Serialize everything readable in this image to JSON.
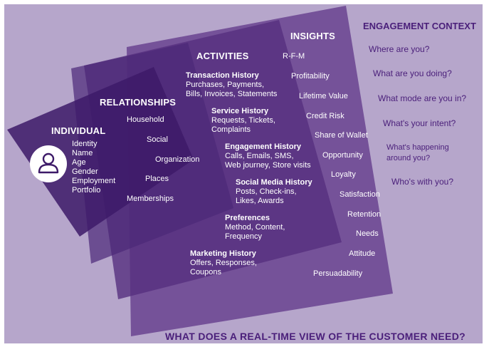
{
  "colors": {
    "background_panel": "#b6a6cb",
    "insights_layer": "#6a4390",
    "activities_layer": "#56307e",
    "relationships_layer": "#4c2877",
    "individual_layer": "#3d1a68",
    "context_text": "#4a1f7a"
  },
  "individual": {
    "title": "INDIVIDUAL",
    "icon": "person-icon",
    "items": [
      "Identity",
      "Name",
      "Age",
      "Gender",
      "Employment",
      "Portfolio"
    ]
  },
  "relationships": {
    "title": "RELATIONSHIPS",
    "items": [
      "Household",
      "Social",
      "Organization",
      "Places",
      "Memberships"
    ]
  },
  "activities": {
    "title": "ACTIVITIES",
    "groups": [
      {
        "title": "Transaction History",
        "lines": [
          "Purchases, Payments,",
          "Bills, Invoices, Statements"
        ]
      },
      {
        "title": "Service History",
        "lines": [
          "Requests, Tickets,",
          "Complaints"
        ]
      },
      {
        "title": "Engagement History",
        "lines": [
          "Calls, Emails, SMS,",
          "Web journey, Store visits"
        ]
      },
      {
        "title": "Social Media History",
        "lines": [
          "Posts, Check-ins,",
          "Likes, Awards"
        ]
      },
      {
        "title": "Preferences",
        "lines": [
          "Method, Content,",
          "Frequency"
        ]
      },
      {
        "title": "Marketing History",
        "lines": [
          "Offers, Responses,",
          "Coupons"
        ]
      }
    ]
  },
  "insights": {
    "title": "INSIGHTS",
    "items": [
      "R-F-M",
      "Profitability",
      "Lifetime Value",
      "Credit Risk",
      "Share of Wallet",
      "Opportunity",
      "Loyalty",
      "Satisfaction",
      "Retention",
      "Needs",
      "Attitude",
      "Persuadability"
    ]
  },
  "engagement_context": {
    "title": "ENGAGEMENT CONTEXT",
    "questions": [
      [
        "Where are you?"
      ],
      [
        "What are you doing?"
      ],
      [
        "What mode are you in?"
      ],
      [
        "What's your intent?"
      ],
      [
        "What's happening",
        "around you?"
      ],
      [
        "Who's with you?"
      ]
    ]
  },
  "footer": "WHAT DOES A REAL-TIME VIEW OF THE CUSTOMER NEED?"
}
